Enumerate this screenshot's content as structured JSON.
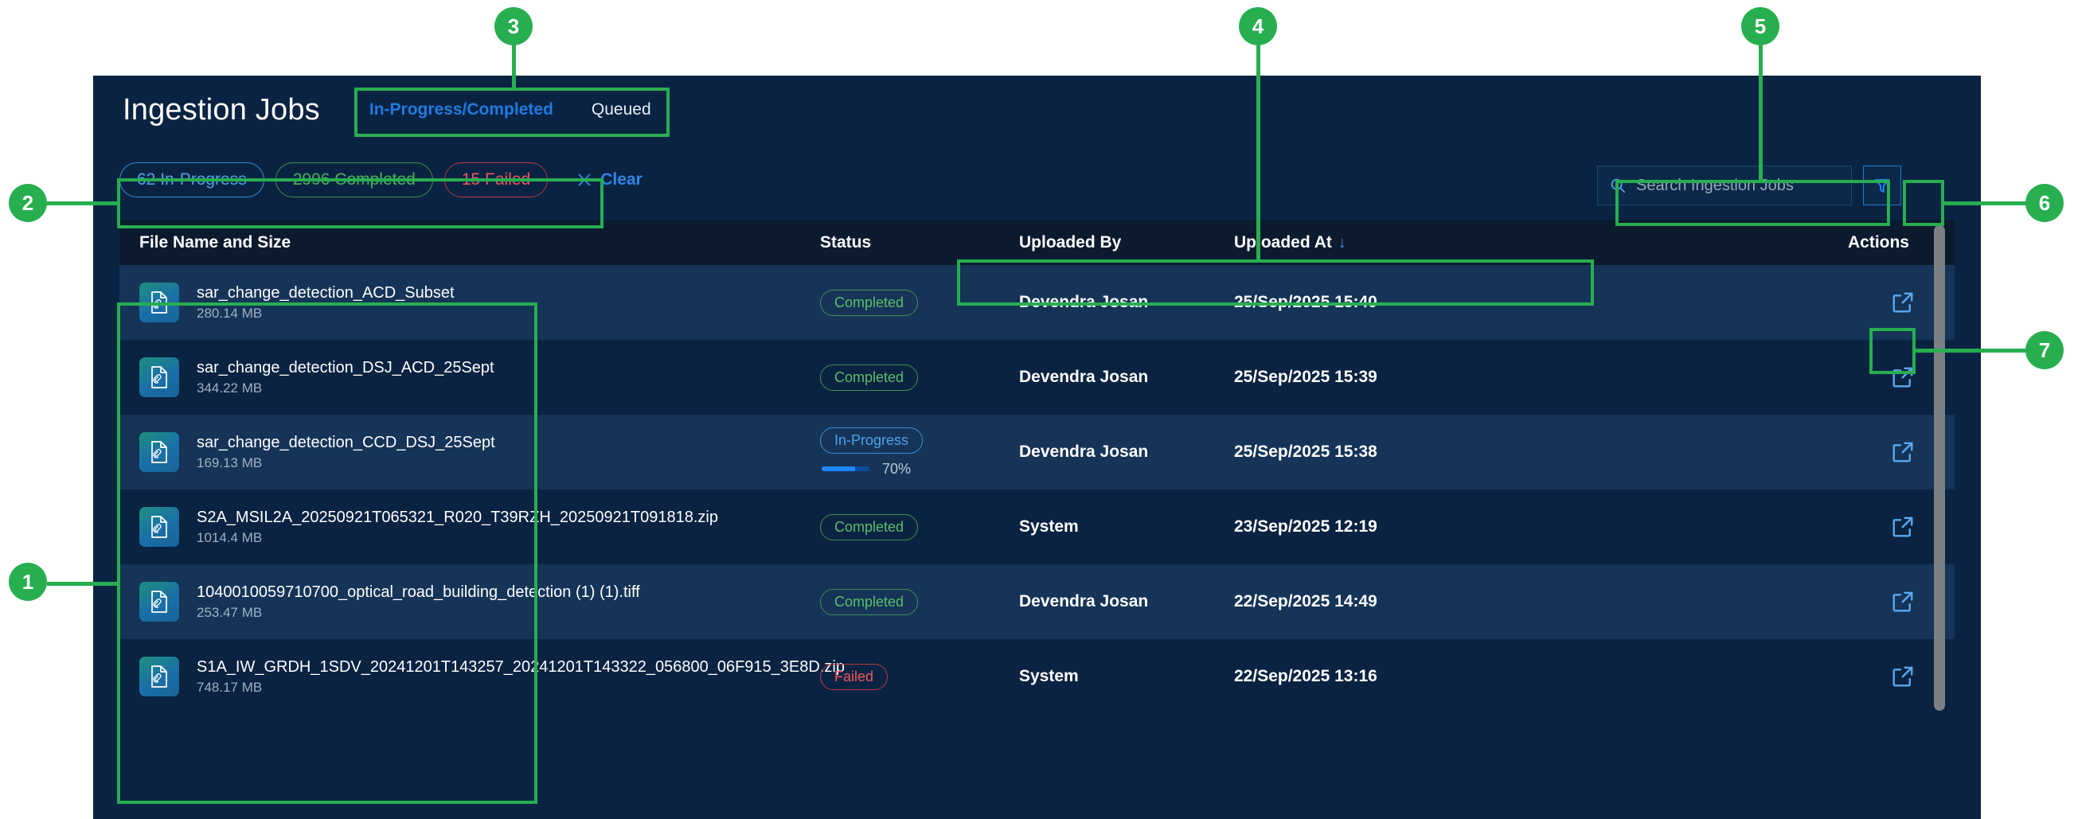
{
  "header": {
    "title": "Ingestion Jobs",
    "tabs": [
      {
        "label": "In-Progress/Completed",
        "active": true
      },
      {
        "label": "Queued",
        "active": false
      }
    ]
  },
  "filters": {
    "chips": [
      {
        "label": "62 In-Progress",
        "kind": "inprogress",
        "count": 62
      },
      {
        "label": "2996 Completed",
        "kind": "completed",
        "count": 2996
      },
      {
        "label": "15 Failed",
        "kind": "failed",
        "count": 15
      }
    ],
    "clear_label": "Clear"
  },
  "search": {
    "placeholder": "Search Ingestion Jobs",
    "value": ""
  },
  "toolbar": {
    "filter_icon": "filter-funnel-icon",
    "search_icon": "search-icon"
  },
  "table": {
    "columns": [
      {
        "key": "file",
        "label": "File Name and Size"
      },
      {
        "key": "status",
        "label": "Status"
      },
      {
        "key": "uploaded_by",
        "label": "Uploaded By"
      },
      {
        "key": "uploaded_at",
        "label": "Uploaded At"
      },
      {
        "key": "actions",
        "label": "Actions"
      }
    ],
    "sort": {
      "column": "Uploaded At",
      "direction": "desc",
      "glyph": "↓"
    },
    "rows": [
      {
        "file_name": "sar_change_detection_ACD_Subset",
        "file_size": "280.14 MB",
        "status": "Completed",
        "status_kind": "completed",
        "progress": null,
        "progress_label": "",
        "uploaded_by": "Devendra Josan",
        "uploaded_at": "25/Sep/2025 15:40"
      },
      {
        "file_name": "sar_change_detection_DSJ_ACD_25Sept",
        "file_size": "344.22 MB",
        "status": "Completed",
        "status_kind": "completed",
        "progress": null,
        "progress_label": "",
        "uploaded_by": "Devendra Josan",
        "uploaded_at": "25/Sep/2025 15:39"
      },
      {
        "file_name": "sar_change_detection_CCD_DSJ_25Sept",
        "file_size": "169.13 MB",
        "status": "In-Progress",
        "status_kind": "inprogress",
        "progress": 70,
        "progress_label": "70%",
        "uploaded_by": "Devendra Josan",
        "uploaded_at": "25/Sep/2025 15:38"
      },
      {
        "file_name": "S2A_MSIL2A_20250921T065321_R020_T39RZH_20250921T091818.zip",
        "file_size": "1014.4 MB",
        "status": "Completed",
        "status_kind": "completed",
        "progress": null,
        "progress_label": "",
        "uploaded_by": "System",
        "uploaded_at": "23/Sep/2025 12:19"
      },
      {
        "file_name": "1040010059710700_optical_road_building_detection (1) (1).tiff",
        "file_size": "253.47 MB",
        "status": "Completed",
        "status_kind": "completed",
        "progress": null,
        "progress_label": "",
        "uploaded_by": "Devendra Josan",
        "uploaded_at": "22/Sep/2025 14:49"
      },
      {
        "file_name": "S1A_IW_GRDH_1SDV_20241201T143257_20241201T143322_056800_06F915_3E8D.zip",
        "file_size": "748.17 MB",
        "status": "Failed",
        "status_kind": "failed",
        "progress": null,
        "progress_label": "",
        "uploaded_by": "System",
        "uploaded_at": "22/Sep/2025 13:16"
      }
    ],
    "row_action_icon": "external-link-icon"
  },
  "annotations": [
    {
      "number": "1",
      "target": "file-name-and-size-column"
    },
    {
      "number": "2",
      "target": "status-filter-chips"
    },
    {
      "number": "3",
      "target": "job-tabs"
    },
    {
      "number": "4",
      "target": "table-column-headers"
    },
    {
      "number": "5",
      "target": "search-ingestion-jobs-input"
    },
    {
      "number": "6",
      "target": "filter-button"
    },
    {
      "number": "7",
      "target": "row-open-action"
    }
  ],
  "colors": {
    "panel_bg": "#0a2342",
    "row_alt_bg": "#153458",
    "header_bg": "#0c1a2e",
    "accent_blue": "#1f7ae0",
    "success_green": "#4caf5c",
    "error_red": "#f0565c",
    "annotation_green": "#27ae4f"
  }
}
